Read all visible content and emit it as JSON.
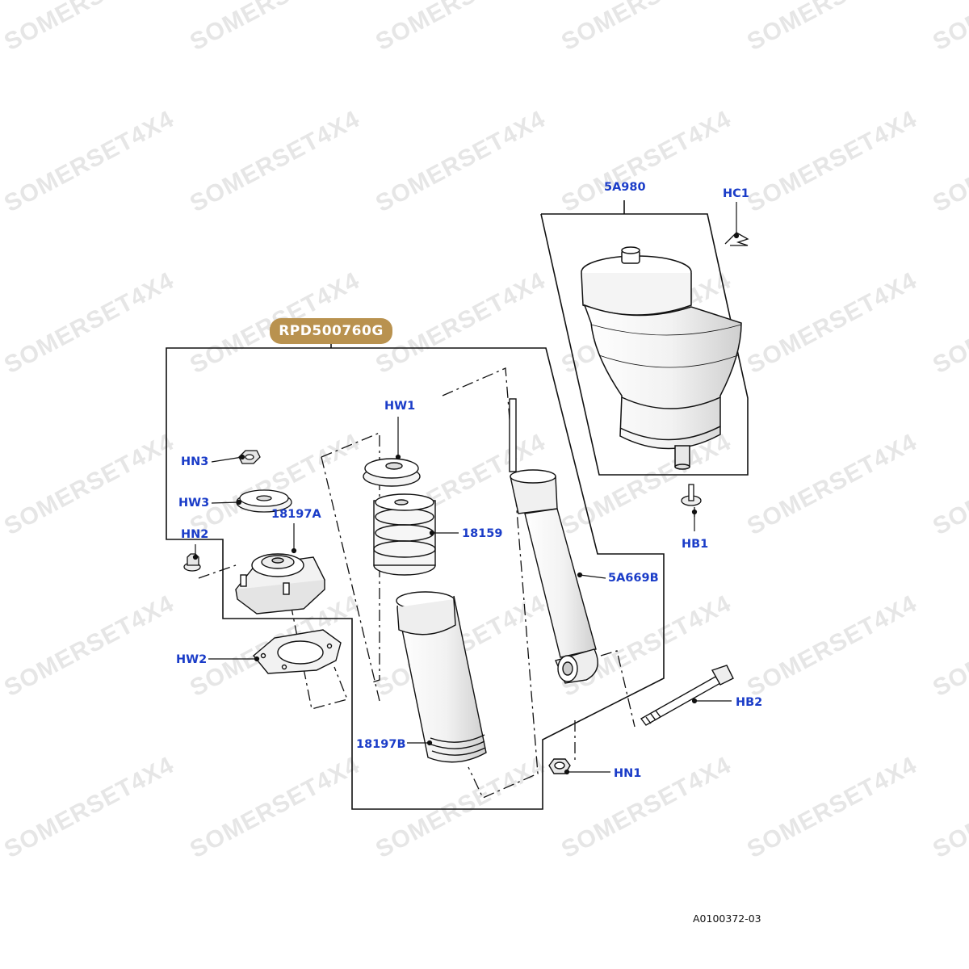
{
  "watermark": {
    "text": "SOMERSET4X4"
  },
  "kit_badge": {
    "label": "RPD500760G",
    "color": "#b9924f"
  },
  "label_color": "#1a3cc8",
  "parts": {
    "air_spring": "5A980",
    "clip": "HC1",
    "upper_bolt": "HB1",
    "bump_stop_washer": "HW1",
    "bump_stop": "18159",
    "damper": "5A669B",
    "upper_nut": "HN3",
    "upper_washer": "HW3",
    "top_mount": "18197A",
    "mount_nut": "HN2",
    "mount_gasket": "HW2",
    "dust_boot": "18197B",
    "lower_bolt": "HB2",
    "lower_nut": "HN1"
  },
  "diagram_ref": "A0100372-03"
}
